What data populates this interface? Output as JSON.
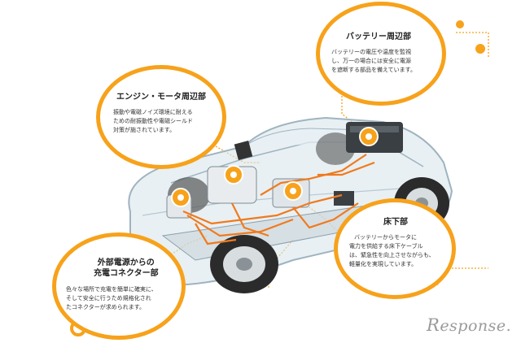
{
  "colors": {
    "accent": "#f7a21b",
    "wiring": "#f07a1e",
    "glass": "#d6e3ea",
    "body_outline": "#9fb3c0",
    "tire": "#2b2b2b"
  },
  "callouts": {
    "battery": {
      "title": "バッテリー周辺部",
      "lines": [
        "バッテリーの電圧や温度を監視",
        "し、万一の場合には安全に電源",
        "を遮断する部品を備えています。"
      ]
    },
    "engine": {
      "title": "エンジン・モータ周辺部",
      "lines": [
        "振動や電磁ノイズ環境に耐える",
        "ための耐振動性や電磁シールド",
        "対策が施されています。"
      ]
    },
    "floor": {
      "title": "床下部",
      "lines": [
        "バッテリーからモータに",
        "電力を供給する床下ケーブル",
        "は、緊急性を向上させながらも、",
        "軽量化を実現しています。"
      ]
    },
    "charger": {
      "title_lines": [
        "外部電源からの",
        "充電コネクター部"
      ],
      "lines": [
        "色々な場所で充電を簡単に確実に、",
        "そして安全に行うため規格化され",
        "たコネクターが求められます。"
      ]
    }
  },
  "brand": {
    "text": "esponse."
  }
}
